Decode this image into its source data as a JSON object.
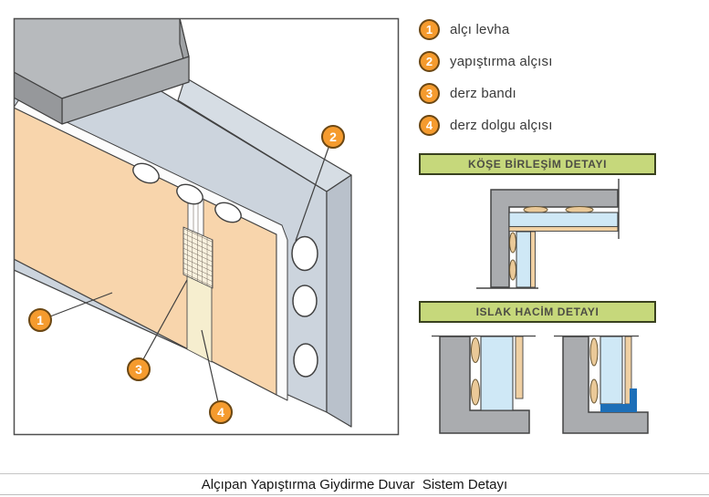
{
  "legend": {
    "items": [
      {
        "num": "1",
        "label": "alçı levha"
      },
      {
        "num": "2",
        "label": "yapıştırma alçısı"
      },
      {
        "num": "3",
        "label": "derz bandı"
      },
      {
        "num": "4",
        "label": "derz dolgu alçısı"
      }
    ]
  },
  "details": {
    "corner_title": "KÖŞE BİRLEŞİM DETAYI",
    "wet_title": "ISLAK HACİM DETAYI"
  },
  "main_diagram": {
    "callouts": [
      {
        "num": "1"
      },
      {
        "num": "2"
      },
      {
        "num": "3"
      },
      {
        "num": "4"
      }
    ]
  },
  "caption": "Alçıpan Yapıştırma Giydirme Duvar  Sistem Detayı",
  "colors": {
    "callout_orange": "#f59b2e",
    "section_green": "#c6d87b",
    "board_peach": "#f8d5ac",
    "gypsum_board_blue": "#cfe8f6",
    "sealant_blue": "#1d6fb8",
    "concrete_gray": "#aaacaf",
    "existing_wall_bluegray": "#ccd4dd",
    "adhesive_dab_tan": "#eac998",
    "joint_filler_cream": "#f6eecf"
  }
}
